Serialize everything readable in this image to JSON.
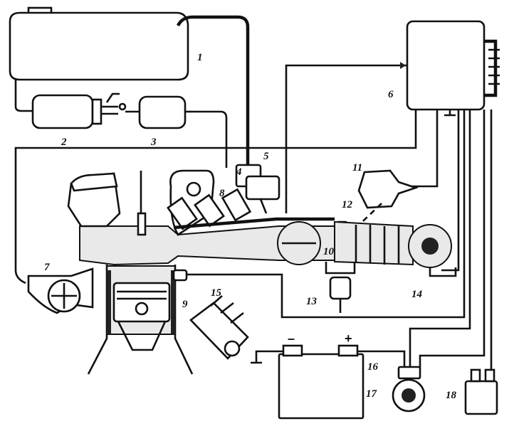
{
  "labels": {
    "tank": "1",
    "pump": "2",
    "filter": "3",
    "cold_start_valve_ref": "4",
    "cold_start_valve": "5",
    "ecu": "6",
    "coolant_sensor": "7",
    "injector": "8",
    "temp_sensor": "9",
    "throttle": "10",
    "aux_air": "11",
    "throttle_switch": "12",
    "pressure_regulator": "13",
    "air_flow_meter": "14",
    "distributor": "15",
    "battery": "16",
    "ignition_coil": "17",
    "relay": "18"
  },
  "battery_terminals": {
    "minus": "–",
    "plus": "+"
  }
}
